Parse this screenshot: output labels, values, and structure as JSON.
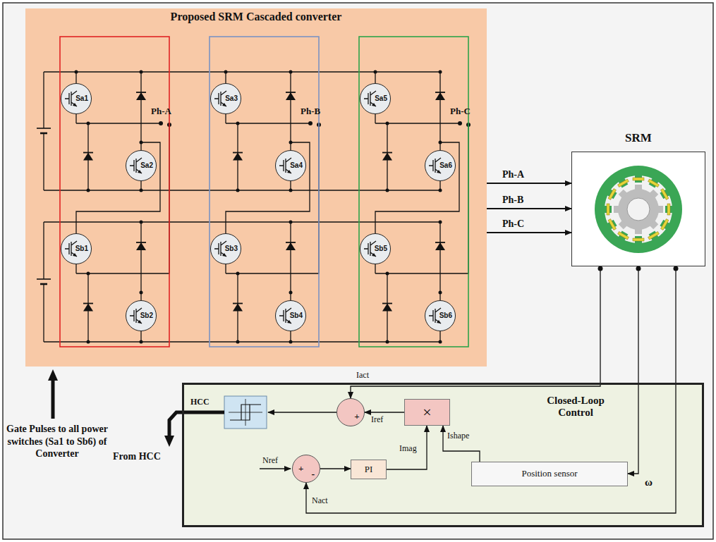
{
  "diagram": {
    "nodes": [
      {
        "text": [
          "Proposed SRM Cascaded converter"
        ]
      },
      {
        "text": [
          "Sa1"
        ],
        "in": 0
      },
      {
        "text": [
          "Sa3"
        ],
        "in": 0
      },
      {
        "text": [
          "Sa5"
        ],
        "in": 0
      },
      {
        "text": [
          "Sa2"
        ],
        "in": 0
      },
      {
        "text": [
          "Sa4"
        ],
        "in": 0
      },
      {
        "text": [
          "Sa6"
        ],
        "in": 0
      },
      {
        "text": [
          "Sb1"
        ],
        "in": 0
      },
      {
        "text": [
          "Sb3"
        ],
        "in": 0
      },
      {
        "text": [
          "Sb5"
        ],
        "in": 0
      },
      {
        "text": [
          "Sb2"
        ],
        "in": 0
      },
      {
        "text": [
          "Sb4"
        ],
        "in": 0
      },
      {
        "text": [
          "Sb6"
        ],
        "in": 0
      },
      {
        "text": [
          "SRM"
        ]
      },
      {
        "text": [
          "Closed-Loop Control"
        ]
      },
      {
        "text": [
          "+"
        ],
        "in": 14
      },
      {
        "text": [
          "×"
        ],
        "in": 14
      },
      {
        "text": [
          "+",
          "-"
        ],
        "in": 14
      },
      {
        "text": [
          "PI"
        ],
        "in": 14
      },
      {
        "text": [
          "Position sensor"
        ],
        "in": 14
      }
    ],
    "edges": [
      {
        "from": 0,
        "to": 13,
        "label": "Ph-A",
        "arrow": "to"
      },
      {
        "from": 0,
        "to": 13,
        "label": "Ph-B",
        "arrow": "to"
      },
      {
        "from": 0,
        "to": 13,
        "label": "Ph-C",
        "arrow": "to"
      },
      {
        "from": 13,
        "to": 15,
        "label": "Iact",
        "arrow": "to"
      },
      {
        "from": 13,
        "to": 19,
        "label": "ω",
        "arrow": "to"
      },
      {
        "from": 13,
        "to": 17,
        "label": "Nact",
        "arrow": "to"
      },
      {
        "from": 17,
        "to": 18,
        "arrow": "to"
      },
      {
        "from": 18,
        "to": 16,
        "label": "Imag",
        "arrow": "to"
      },
      {
        "from": 19,
        "to": 16,
        "label": "Ishape",
        "arrow": "to"
      },
      {
        "from": 16,
        "to": 15,
        "label": "Iref",
        "arrow": "to"
      }
    ],
    "labels": [
      "Ph-A",
      "Ph-B",
      "Ph-C",
      "HCC",
      "Nref",
      "Gate Pulses to all power switches (Sa1 to Sb6) of Converter",
      "From HCC"
    ]
  }
}
